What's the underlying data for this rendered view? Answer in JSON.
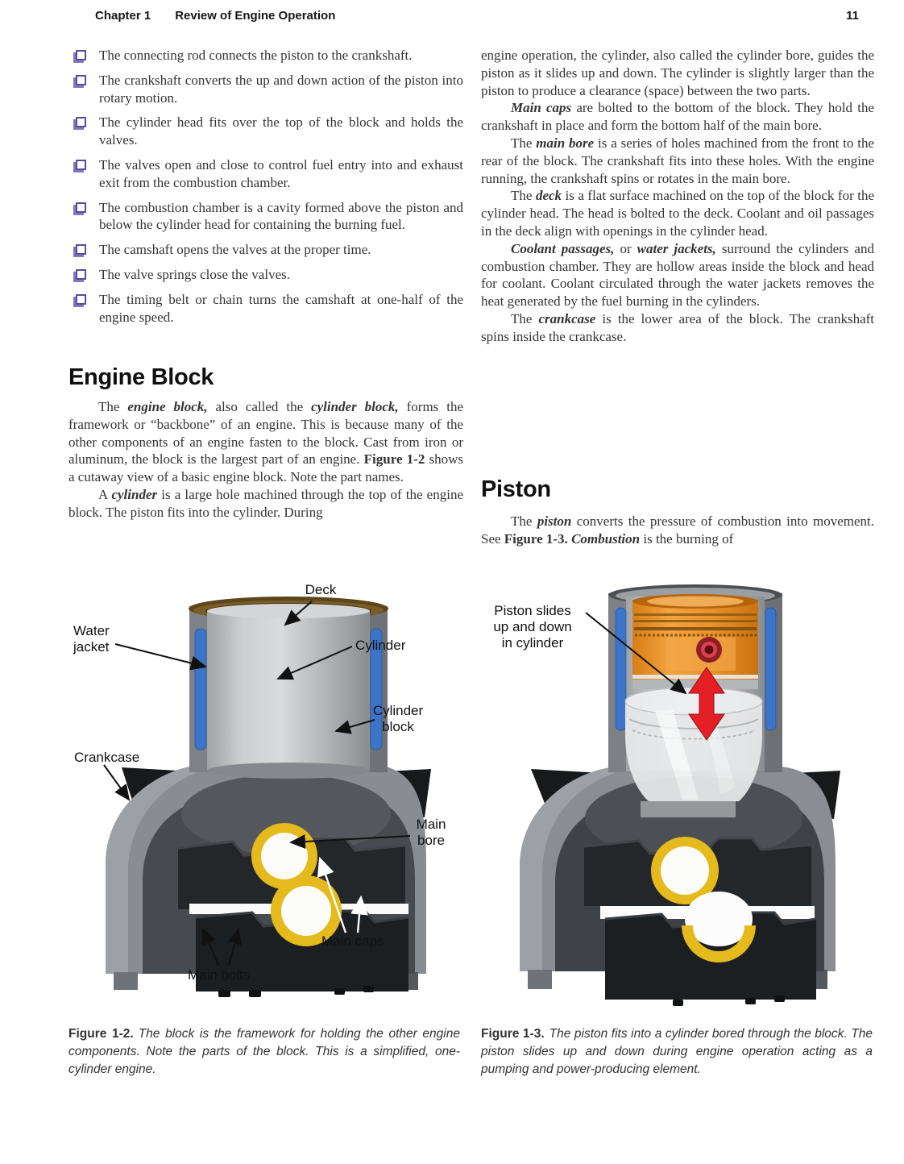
{
  "header": {
    "chapter": "Chapter 1",
    "title": "Review of Engine Operation",
    "page_number": "11"
  },
  "colors": {
    "bullet_purple": "#5b4aa3",
    "water_jacket_blue": "#3b74c9",
    "bore_yellow": "#e5ba1c",
    "piston_orange": "#e98f2b",
    "motion_arrow_red": "#e41f26",
    "deck_brown": "#7a5c26"
  },
  "bullets": [
    "The connecting rod connects the piston to the crankshaft.",
    "The crankshaft converts the up and down action of the piston into rotary motion.",
    "The cylinder head fits over the top of the block and holds the valves.",
    "The valves open and close to control fuel entry into and exhaust exit from the combustion chamber.",
    "The combustion chamber is a cavity formed above the piston and below the cylinder head for containing the burning fuel.",
    "The camshaft opens the valves at the proper time.",
    "The valve springs close the valves.",
    "The timing belt or chain turns the camshaft at one-half of the engine speed."
  ],
  "sections": {
    "engine_block": {
      "heading": "Engine Block",
      "paragraphs": [
        {
          "indent": true,
          "segments": [
            {
              "s": "",
              "t": "The "
            },
            {
              "s": "bi",
              "t": "engine block,"
            },
            {
              "s": "",
              "t": " also called the "
            },
            {
              "s": "bi",
              "t": "cylinder block,"
            },
            {
              "s": "",
              "t": " forms the framework or “backbone” of an engine. This is because many of the other components of an engine fasten to the block. Cast from iron or aluminum, the block is the largest part of an engine. "
            },
            {
              "s": "b",
              "t": "Figure 1-2"
            },
            {
              "s": "",
              "t": " shows a cutaway view of a basic engine block. Note the part names."
            }
          ]
        },
        {
          "indent": true,
          "segments": [
            {
              "s": "",
              "t": "A "
            },
            {
              "s": "bi",
              "t": "cylinder"
            },
            {
              "s": "",
              "t": " is a large hole machined through the top of the engine block. The piston fits into the cylinder. During"
            }
          ]
        }
      ]
    },
    "right_col": {
      "paragraphs": [
        {
          "indent": false,
          "segments": [
            {
              "s": "",
              "t": "engine operation, the cylinder, also called the cylinder bore, guides the piston as it slides up and down. The cylinder is slightly larger than the piston to produce a clearance (space) between the two parts."
            }
          ]
        },
        {
          "indent": true,
          "segments": [
            {
              "s": "bi",
              "t": "Main caps"
            },
            {
              "s": "",
              "t": " are bolted to the bottom of the block. They hold the crankshaft in place and form the bottom half of the main bore."
            }
          ]
        },
        {
          "indent": true,
          "segments": [
            {
              "s": "",
              "t": "The "
            },
            {
              "s": "bi",
              "t": "main bore"
            },
            {
              "s": "",
              "t": " is a series of holes machined from the front to the rear of the block. The crankshaft fits into these holes. With the engine running, the crankshaft spins or rotates in the main bore."
            }
          ]
        },
        {
          "indent": true,
          "segments": [
            {
              "s": "",
              "t": "The "
            },
            {
              "s": "bi",
              "t": "deck"
            },
            {
              "s": "",
              "t": " is a flat surface machined on the top of the block for the cylinder head. The head is bolted to the deck. Coolant and oil passages in the deck align with openings in the cylinder head."
            }
          ]
        },
        {
          "indent": true,
          "segments": [
            {
              "s": "bi",
              "t": "Coolant passages,"
            },
            {
              "s": "",
              "t": " or "
            },
            {
              "s": "bi",
              "t": "water jackets,"
            },
            {
              "s": "",
              "t": " surround the cylinders and combustion chamber. They are hollow areas inside the block and head for coolant. Coolant circulated through the water jackets removes the heat generated by the fuel burning in the cylinders."
            }
          ]
        },
        {
          "indent": true,
          "segments": [
            {
              "s": "",
              "t": "The "
            },
            {
              "s": "bi",
              "t": "crankcase"
            },
            {
              "s": "",
              "t": " is the lower area of the block. The crankshaft spins inside the crankcase."
            }
          ]
        }
      ]
    },
    "piston": {
      "heading": "Piston",
      "paragraphs": [
        {
          "indent": true,
          "segments": [
            {
              "s": "",
              "t": "The "
            },
            {
              "s": "bi",
              "t": "piston"
            },
            {
              "s": "",
              "t": " converts the pressure of combustion into movement. See "
            },
            {
              "s": "b",
              "t": "Figure 1-3. "
            },
            {
              "s": "bi",
              "t": "Combustion"
            },
            {
              "s": "",
              "t": " is the burning of"
            }
          ]
        }
      ]
    }
  },
  "figures": {
    "fig2": {
      "labels": {
        "deck": "Deck",
        "water_jacket": "Water\njacket",
        "cylinder": "Cylinder",
        "cylinder_block": "Cylinder\nblock",
        "crankcase": "Crankcase",
        "main_bore": "Main\nbore",
        "main_caps": "Main caps",
        "main_bolts": "Main bolts"
      },
      "caption_label": "Figure 1-2.",
      "caption_text": "The block is the framework for holding the other engine components. Note the parts of the block. This is a simplified, one-cylinder engine."
    },
    "fig3": {
      "labels": {
        "piston_slides": "Piston slides\nup and down\nin cylinder"
      },
      "caption_label": "Figure 1-3.",
      "caption_text": "The piston fits into a cylinder bored through the block. The piston slides up and down during engine operation acting as a pumping and power-producing element."
    }
  }
}
